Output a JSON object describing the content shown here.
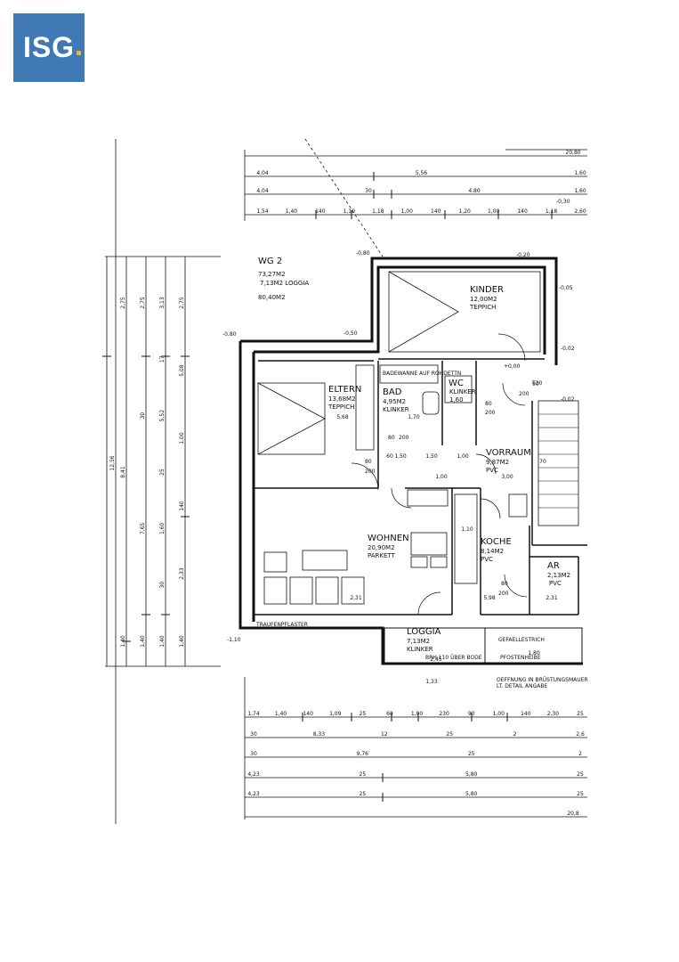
{
  "brand": {
    "logo_text": "ISG",
    "logo_bg": "#3e79b5",
    "logo_dot": "#f0b428"
  },
  "unit": {
    "name": "WG 2",
    "area": "73,27M2",
    "loggia": "7,13M2  LOGGIA",
    "total": "80,40M2"
  },
  "rooms": {
    "kinder": {
      "name": "KINDER",
      "area": "12,00M2",
      "floor": "TEPPICH"
    },
    "eltern": {
      "name": "ELTERN",
      "area": "13,68M2",
      "floor": "TEPPICH"
    },
    "bad": {
      "name": "BAD",
      "area": "4,95M2",
      "floor": "KLINKER"
    },
    "wc": {
      "name": "WC",
      "area": "1,60",
      "floor": "KLINKER"
    },
    "vorraum": {
      "name": "VORRAUM",
      "area": "9,87M2",
      "floor": "PVC"
    },
    "wohnen": {
      "name": "WOHNEN",
      "area": "20,90M2",
      "floor": "PARKETT"
    },
    "koche": {
      "name": "KOCHE",
      "area": "8,14M2",
      "floor": "PVC"
    },
    "ar": {
      "name": "AR",
      "area": "2,13M2",
      "floor": "PVC"
    },
    "loggia": {
      "name": "LOGGIA",
      "area": "7,13M2",
      "floor": "KLINKER"
    }
  },
  "levels": {
    "l1": "-0,80",
    "l2": "-0,50",
    "l3": "-0,80",
    "l4": "-1,10",
    "l5": "-0,20",
    "l6": "+0,00",
    "l7": "-0,30",
    "l8": "-0,02",
    "l9": "-0,02",
    "l10": "-0,05"
  },
  "notes": {
    "badewanne": "BADEWANNE AUF ROHDETTN",
    "traufe": "TRAUFENPFLASTER",
    "gefaelle": "GEFAELLESTRICH",
    "brh": "BRH 110 ÜBER BODE",
    "pfosten": "PFOSTENHEIBE",
    "oeffnung": "OEFFNUNG IN BRÜSTUNGSMAUER",
    "detail": "LT. DETAIL ANGABE",
    "t30": "T30"
  },
  "doors": {
    "d1": "80",
    "d2": "200",
    "d3": "90",
    "d4": "200",
    "d5": "80",
    "d6": "200",
    "d7": "80",
    "d8": "200",
    "d9": "80",
    "d10": "200"
  },
  "dims_top": {
    "r1": [
      "20,80"
    ],
    "r2": [
      "4,04",
      "5,56",
      "1,60"
    ],
    "r3": [
      "4,04",
      "30",
      "4,80",
      "1,60"
    ],
    "r4": [
      "1,54",
      "1,40",
      "140",
      "1,10",
      "1,18",
      "1,00",
      "140",
      "1,20",
      "1,00",
      "140",
      "1,18",
      "2,60"
    ]
  },
  "dims_left": {
    "c1": [
      "12,56"
    ],
    "c2": [
      "2,75",
      "8,41",
      "1,40"
    ],
    "c3": [
      "2,75",
      "30",
      "7,65",
      "1,40"
    ],
    "c4": [
      "3,13",
      "17",
      "5,52",
      "25",
      "1,60",
      "30",
      "1,40"
    ],
    "c5": [
      "2,75",
      "5,08",
      "1,00",
      "140",
      "2,33",
      "1,40"
    ]
  },
  "dims_bottom": {
    "r1": [
      "1,74",
      "1,40",
      "140",
      "1,09",
      "25",
      "60",
      "1,00",
      "230",
      "90",
      "1,00",
      "140",
      "2,30",
      "25"
    ],
    "r2": [
      "30",
      "8,33",
      "12",
      "25",
      "2",
      "2,6"
    ],
    "r3": [
      "30",
      "9,76",
      "25",
      "2"
    ],
    "r4": [
      "4,23",
      "25",
      "5,80",
      "25"
    ],
    "r5": [
      "4,23",
      "25",
      "5,80",
      "25"
    ],
    "r6": [
      "20,8"
    ]
  },
  "interior_dims": [
    "5,68",
    "1,70",
    "1,50",
    "1,00",
    "60",
    "1,50",
    "1,00",
    "3,00",
    "1,10",
    "2,31",
    "5,98",
    "2,31",
    "1,33",
    "2,45",
    "1,80",
    "70"
  ]
}
